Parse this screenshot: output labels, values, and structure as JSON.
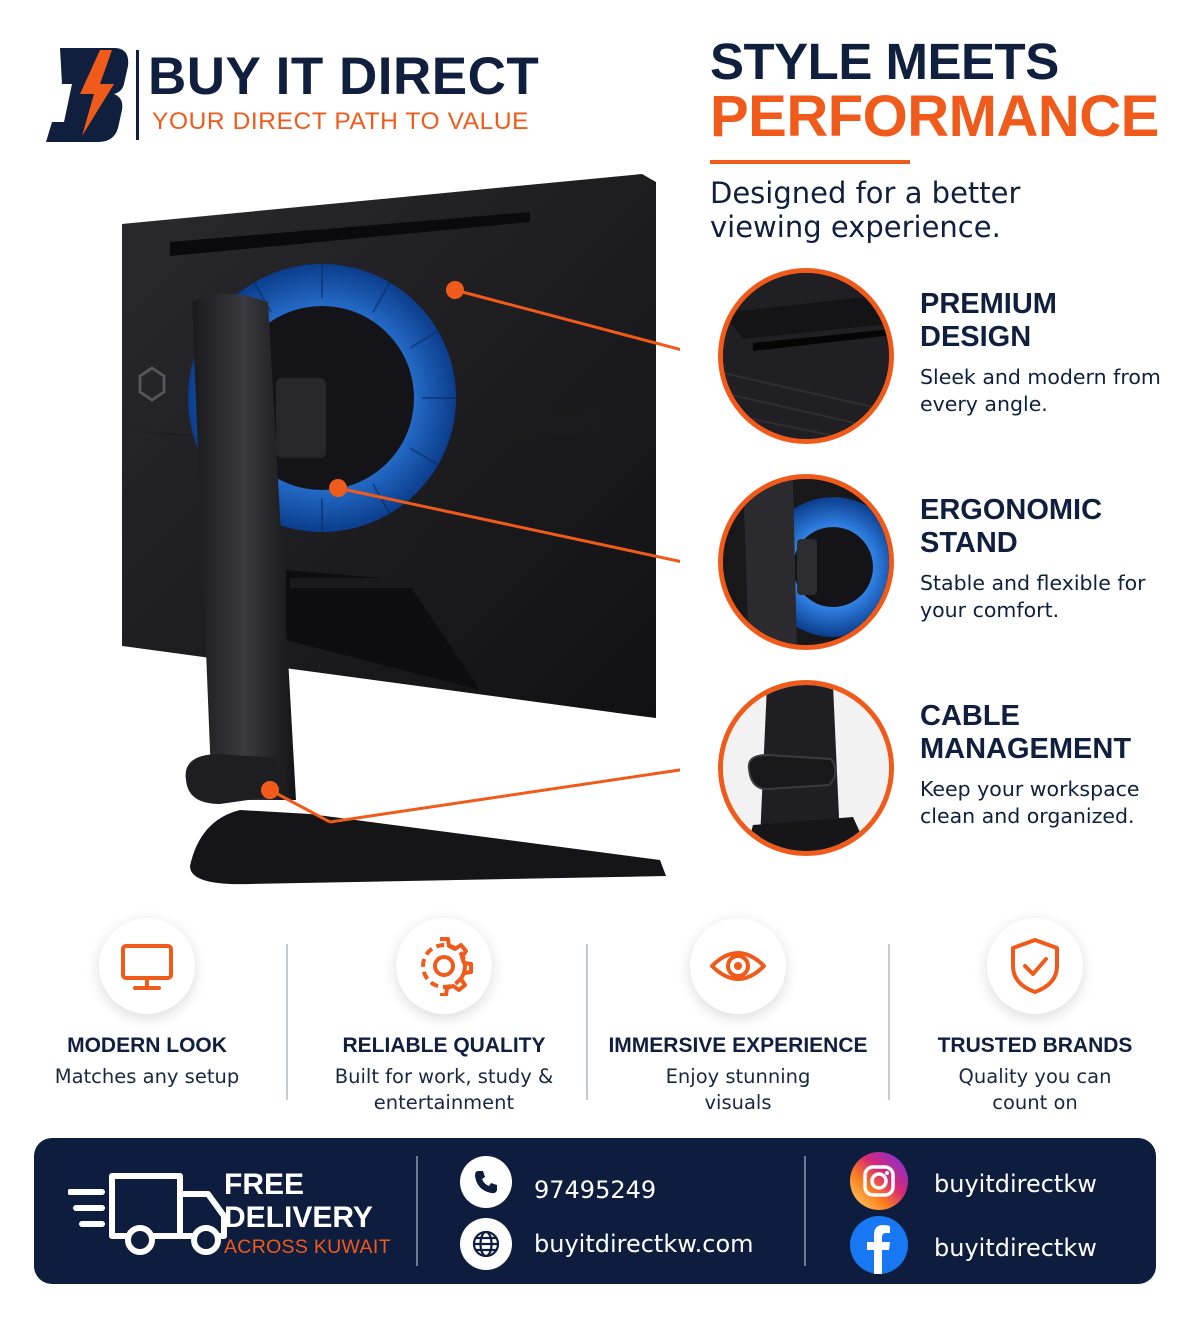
{
  "brand": {
    "name": "BUY IT DIRECT",
    "tagline": "YOUR DIRECT PATH TO VALUE",
    "colors": {
      "navy": "#0f1f3d",
      "orange": "#f05a1a"
    }
  },
  "headline": {
    "line1": "STYLE MEETS",
    "line2": "PERFORMANCE",
    "subtitle": "Designed for a better viewing experience."
  },
  "features": [
    {
      "title": "PREMIUM DESIGN",
      "desc": "Sleek and modern from every angle.",
      "icon": "monitor-back-detail"
    },
    {
      "title": "ERGONOMIC STAND",
      "desc": "Stable and flexible for your comfort.",
      "icon": "stand-fan-detail"
    },
    {
      "title": "CABLE MANAGEMENT",
      "desc": "Keep your workspace clean and organized.",
      "icon": "cable-clip-detail"
    }
  ],
  "benefits": [
    {
      "title": "MODERN LOOK",
      "desc": "Matches any setup",
      "icon": "monitor-icon"
    },
    {
      "title": "RELIABLE QUALITY",
      "desc": "Built for work, study & entertainment",
      "icon": "gear-icon"
    },
    {
      "title": "IMMERSIVE EXPERIENCE",
      "desc": "Enjoy stunning visuals",
      "icon": "eye-icon"
    },
    {
      "title": "TRUSTED BRANDS",
      "desc": "Quality you can count on",
      "icon": "shield-check-icon"
    }
  ],
  "footer": {
    "delivery_line1": "FREE",
    "delivery_line2": "DELIVERY",
    "delivery_line3": "ACROSS KUWAIT",
    "phone": "97495249",
    "website": "buyitdirectkw.com",
    "instagram": "buyitdirectkw",
    "facebook": "buyitdirectkw"
  }
}
